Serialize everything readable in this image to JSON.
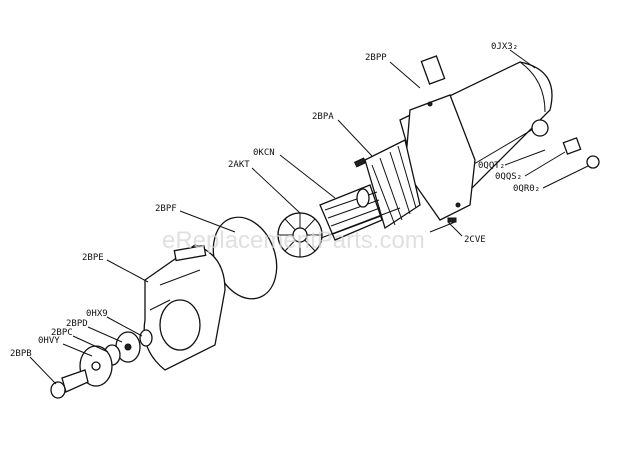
{
  "watermark": "eReplacementParts.com",
  "labels": {
    "jx3": "0JX3₂",
    "bpp": "2BPP",
    "bpa": "2BPA",
    "kcn": "0KCN",
    "akt": "2AKT",
    "bpf": "2BPF",
    "bpe": "2BPE",
    "hx9": "0HX9",
    "bpd": "2BPD",
    "bpc": "2BPC",
    "hvy": "0HVY",
    "bpb": "2BPB",
    "cve": "2CVE",
    "qqt": "0QQT₂",
    "qqs": "0QQS₂",
    "qr0": "0QR0₂"
  }
}
